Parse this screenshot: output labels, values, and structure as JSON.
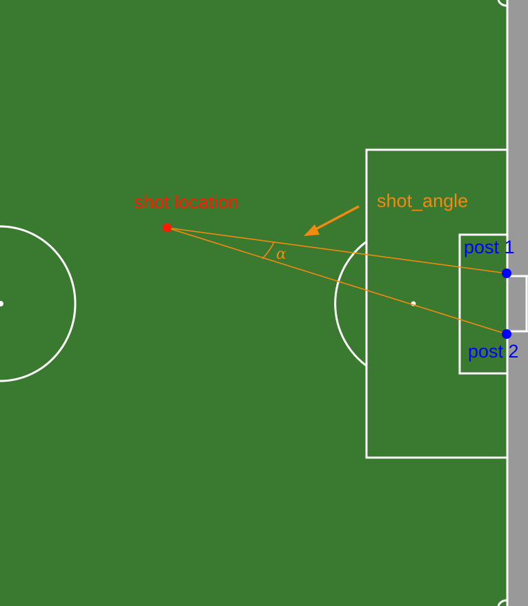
{
  "labels": {
    "shot_location": "shot location",
    "shot_angle": "shot_angle",
    "post1": "post 1",
    "post2": "post 2",
    "angle_symbol": "α"
  },
  "colors": {
    "pitch": "#3a7a30",
    "lines": "#ffffff",
    "outside": "#999999",
    "shot": "#ff1a00",
    "posts": "#0000ff",
    "angle": "#f5880f"
  }
}
